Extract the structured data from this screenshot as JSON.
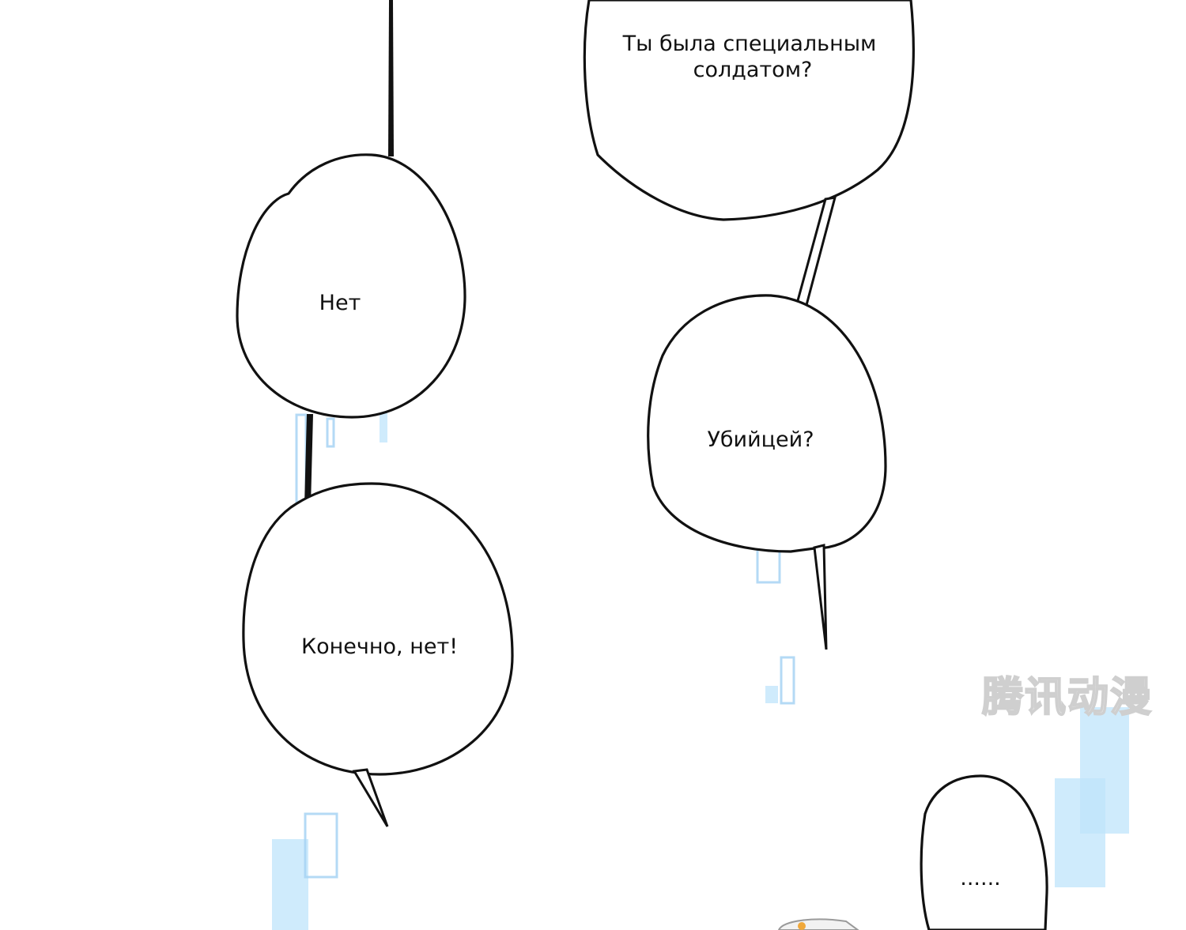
{
  "bubbles": {
    "special_soldier": {
      "line1": "Ты была специальным",
      "line2": "солдатом?"
    },
    "no": {
      "text": "Нет"
    },
    "assassin": {
      "text": "Убийцей?"
    },
    "of_course_not": {
      "text": "Конечно, нет!"
    },
    "silence": {
      "text": "......"
    }
  },
  "watermark": {
    "text": "腾讯动漫"
  },
  "colors": {
    "background": "#ffffff",
    "ink": "#111111",
    "accent_blue": "#a7d3f3",
    "accent_blue_soft": "#bfe4fb"
  }
}
